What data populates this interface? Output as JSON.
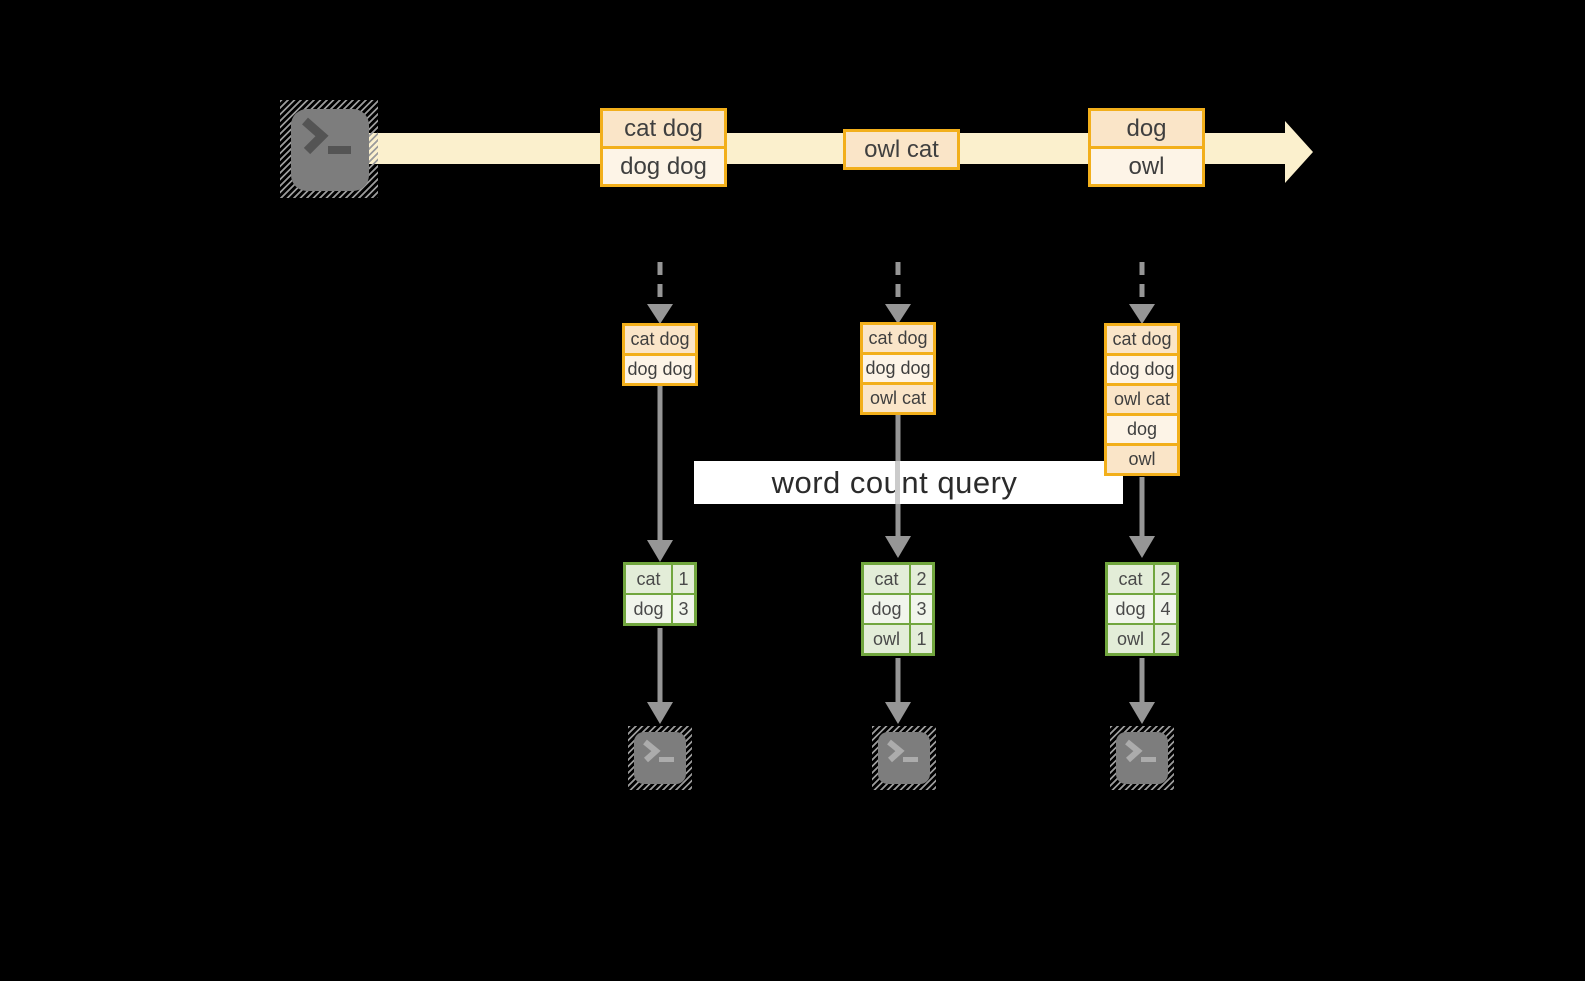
{
  "banner": {
    "label": "word count query"
  },
  "stream": {
    "messages": [
      {
        "rows": [
          "cat dog",
          "dog dog"
        ]
      },
      {
        "rows": [
          "owl cat"
        ]
      },
      {
        "rows": [
          "dog",
          "owl"
        ]
      }
    ]
  },
  "columns": [
    {
      "buffer": {
        "rows": [
          "cat dog",
          "dog dog"
        ]
      },
      "counts": [
        {
          "word": "cat",
          "count": "1"
        },
        {
          "word": "dog",
          "count": "3"
        }
      ]
    },
    {
      "buffer": {
        "rows": [
          "cat dog",
          "dog dog",
          "owl cat"
        ]
      },
      "counts": [
        {
          "word": "cat",
          "count": "2"
        },
        {
          "word": "dog",
          "count": "3"
        },
        {
          "word": "owl",
          "count": "1"
        }
      ]
    },
    {
      "buffer": {
        "rows": [
          "cat dog",
          "dog dog",
          "owl cat",
          "dog",
          "owl"
        ]
      },
      "counts": [
        {
          "word": "cat",
          "count": "2"
        },
        {
          "word": "dog",
          "count": "4"
        },
        {
          "word": "owl",
          "count": "2"
        }
      ]
    }
  ],
  "icons": {
    "source": "terminal-icon",
    "sink": "terminal-icon",
    "stream_arrow": "right-arrow-icon",
    "flow_arrow": "down-arrow-icon"
  },
  "colors": {
    "background": "#000000",
    "stream_band": "#FBF0CD",
    "box_border": "#F2AF1B",
    "cell_peach": "#FAE5C8",
    "cell_cream": "#FDF4E7",
    "table_border": "#71A63E",
    "table_cell_dark": "#E3EDD8",
    "table_cell_light": "#F1F5EC",
    "arrow_gray": "#969696",
    "banner_bg": "#FFFFFF",
    "terminal_gray": "#7D7D7D"
  }
}
